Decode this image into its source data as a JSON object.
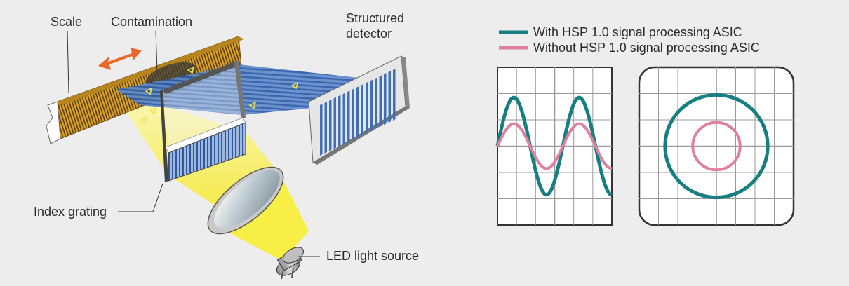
{
  "labels": {
    "scale": "Scale",
    "contamination": "Contamination",
    "detector_line1": "Structured",
    "detector_line2": "detector",
    "index_grating": "Index grating",
    "led": "LED light source"
  },
  "legend": [
    {
      "label": "With HSP 1.0 signal processing ASIC",
      "color": "#177f82"
    },
    {
      "label": "Without HSP 1.0 signal processing ASIC",
      "color": "#e07f9e"
    }
  ],
  "colors": {
    "background": "#ededed",
    "scale_gold": "#d9a12a",
    "beam_blue": "#3f6fb6",
    "light_yellow": "#f7ee46",
    "arrow_orange": "#e8682d",
    "grid_line": "#9a9a9a",
    "frame": "#333333"
  },
  "chart_data": [
    {
      "type": "line",
      "title": "",
      "series": [
        {
          "name": "With HSP 1.0 signal processing ASIC",
          "shape": "sine",
          "amplitude": 3.7,
          "periods": 1.75
        },
        {
          "name": "Without HSP 1.0 signal processing ASIC",
          "shape": "sine",
          "amplitude": 1.7,
          "periods": 1.75
        }
      ],
      "grid": true,
      "xlim": [
        0,
        1.75
      ],
      "ylim": [
        -6,
        6
      ]
    },
    {
      "type": "scatter",
      "title": "",
      "series": [
        {
          "name": "With HSP 1.0 signal processing ASIC",
          "shape": "circle",
          "radius": 2.6
        },
        {
          "name": "Without HSP 1.0 signal processing ASIC",
          "shape": "circle",
          "radius": 1.2
        }
      ],
      "grid": true,
      "xlim": [
        -4,
        4
      ],
      "ylim": [
        -4,
        4
      ]
    }
  ]
}
